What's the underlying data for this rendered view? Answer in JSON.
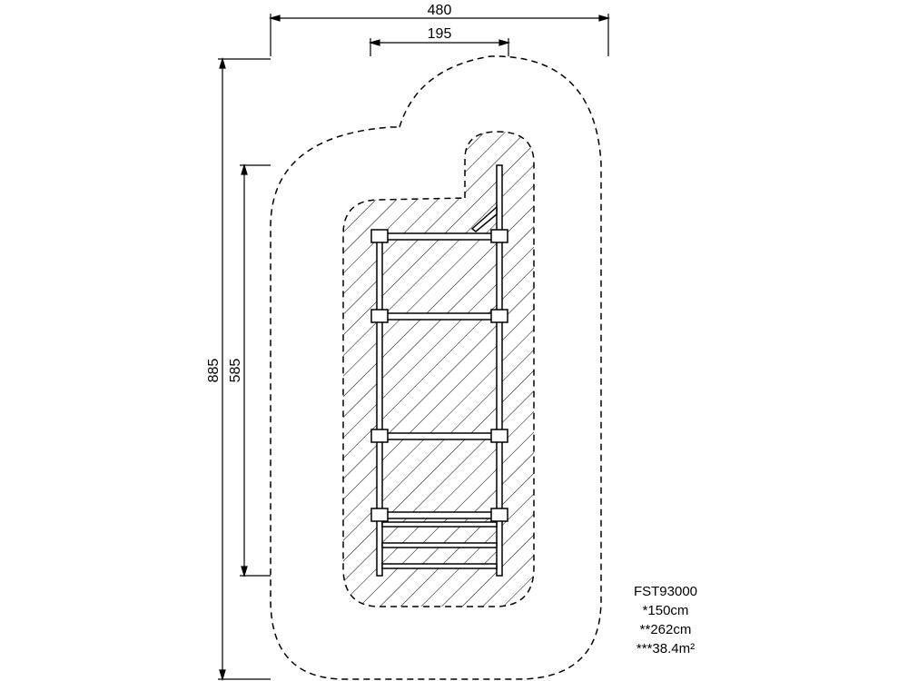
{
  "dimensions": {
    "outer_width": "480",
    "inner_width": "195",
    "outer_height": "885",
    "inner_height": "585"
  },
  "spec": {
    "model": "FST93000",
    "line1": "*150cm",
    "line2": "**262cm",
    "line3": "***38.4m²"
  },
  "colors": {
    "line": "#000000",
    "background": "#ffffff"
  }
}
